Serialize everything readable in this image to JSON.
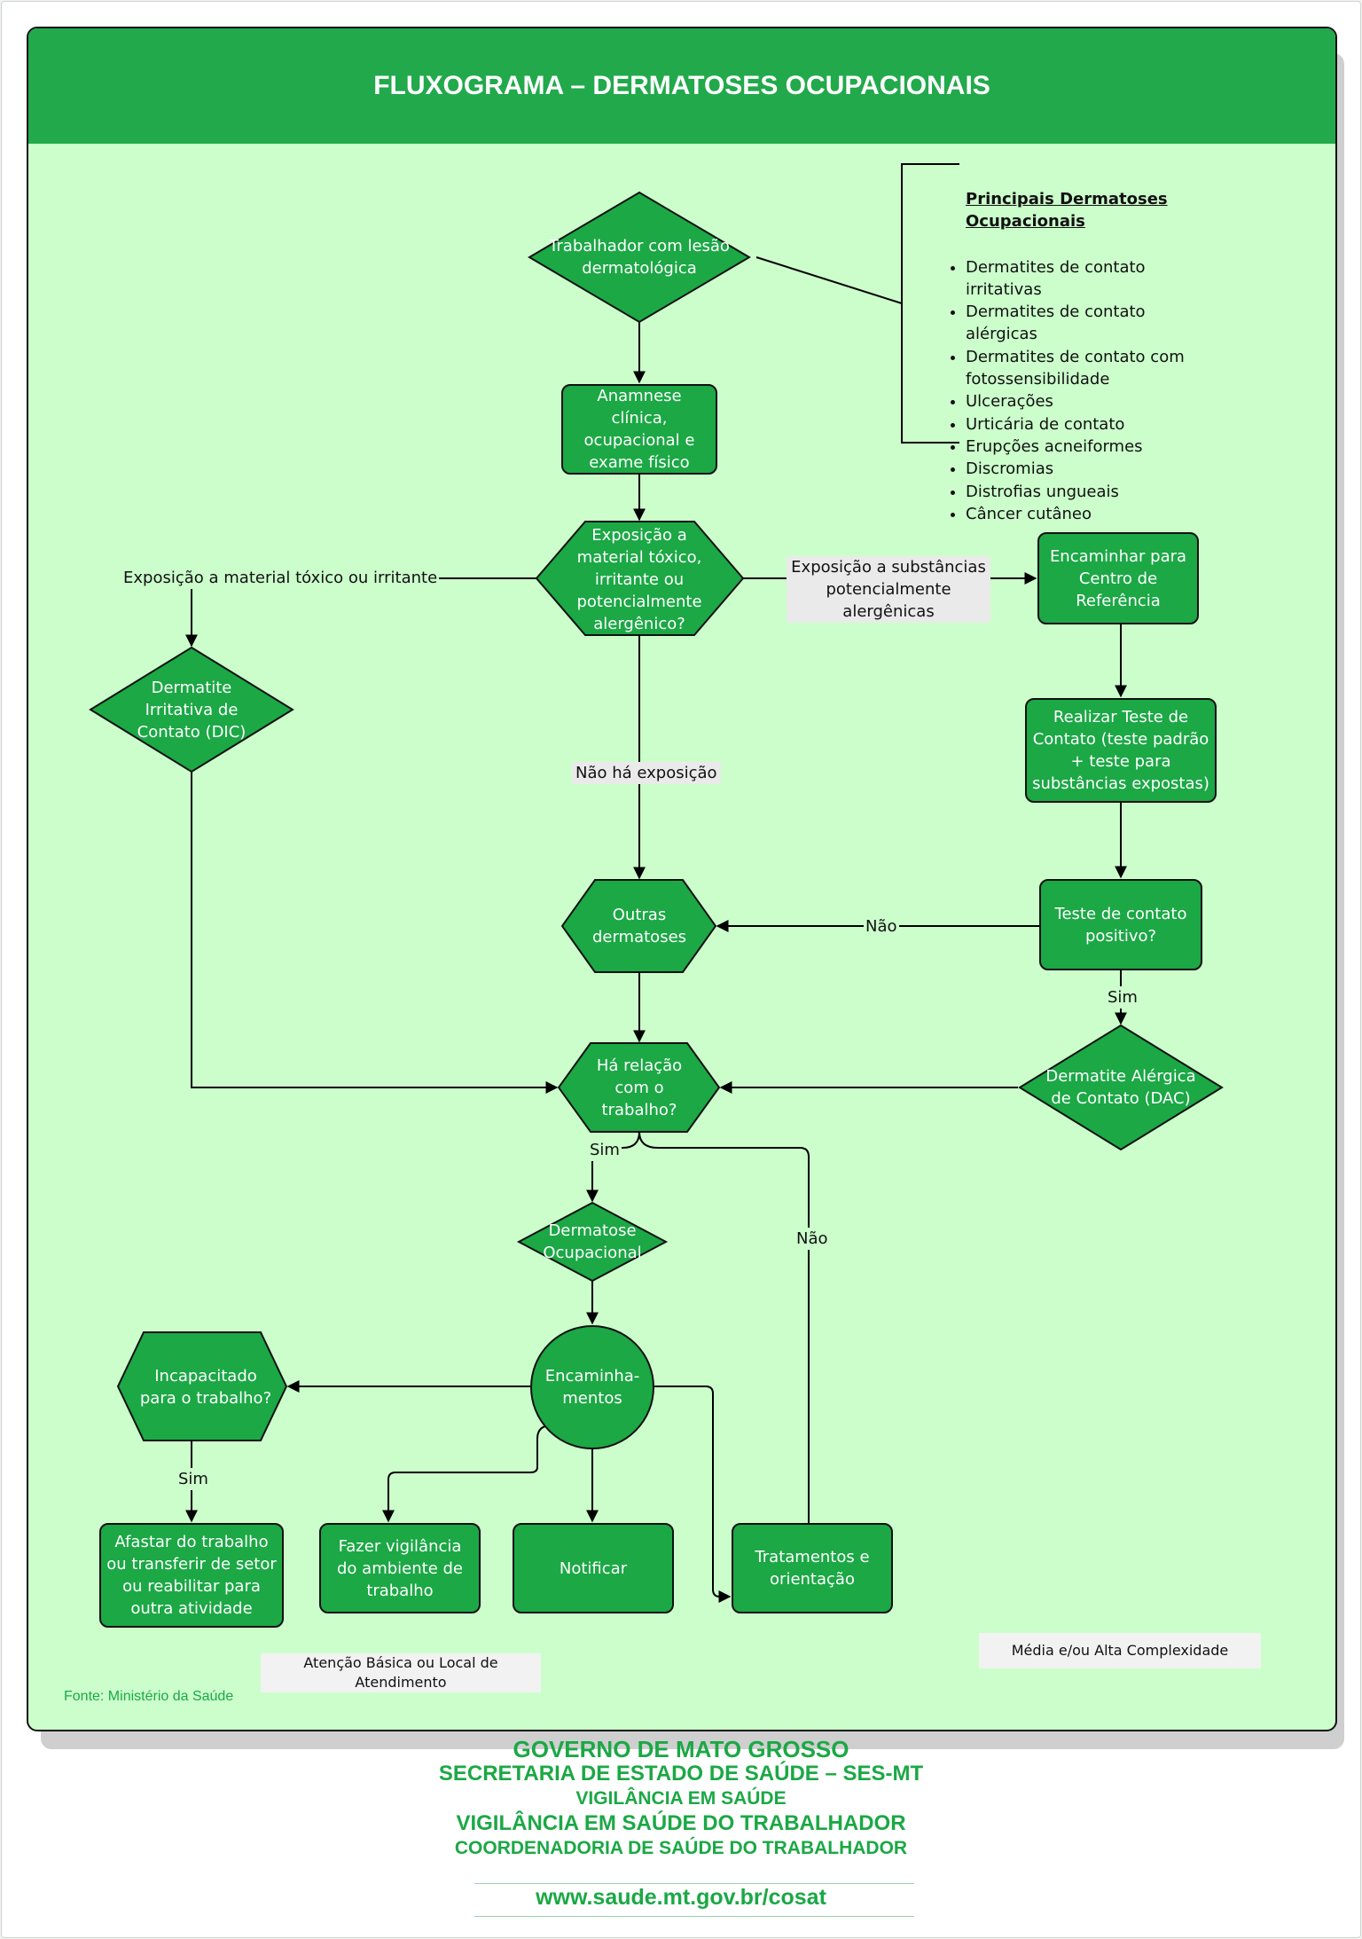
{
  "title": "FLUXOGRAMA – DERMATOSES OCUPACIONAIS",
  "list": {
    "heading": "Principais Dermatoses Ocupacionais",
    "items": [
      "Dermatites de contato irritativas",
      "Dermatites de contato alérgicas",
      "Dermatites de contato com fotossensibilidade",
      "Ulcerações",
      "Urticária de contato",
      "Erupções acneiformes",
      "Discromias",
      "Distrofias ungueais",
      "Câncer cutâneo"
    ]
  },
  "nodes": {
    "trabalhador": "Trabalhador com lesão dermatológica",
    "anamnese": "Anamnese clínica, ocupacional e exame físico",
    "exposicao": "Exposição a material tóxico, irritante ou potencialmente alergênico?",
    "encaminhar_centro": "Encaminhar para Centro de Referência",
    "dic": "Dermatite Irritativa de Contato (DIC)",
    "teste": "Realizar Teste de Contato (teste padrão + teste para substâncias expostas)",
    "teste_positivo": "Teste de contato positivo?",
    "outras": "Outras dermatoses",
    "relacao": "Há relação com o trabalho?",
    "dac": "Dermatite Alérgica de Contato (DAC)",
    "dermatose_ocup": "Dermatose Ocupacional",
    "encaminhamentos": "Encaminha-mentos",
    "incapacitado": "Incapacitado para o trabalho?",
    "afastar": "Afastar do trabalho ou transferir de setor ou reabilitar para outra atividade",
    "vigilancia": "Fazer vigilância do ambiente de trabalho",
    "notificar": "Notificar",
    "tratamentos": "Tratamentos e orientação"
  },
  "edge_labels": {
    "toxico": "Exposição a material tóxico ou irritante",
    "alergenicas": "Exposição a substâncias potencialmente alergênicas",
    "nao_exposicao": "Não há exposição",
    "nao_teste": "Não",
    "sim_teste": "Sim",
    "sim_relacao": "Sim",
    "nao_relacao": "Não",
    "sim_incapacitado": "Sim"
  },
  "notes": {
    "atencao_basica": "Atenção Básica ou Local de Atendimento",
    "media_alta": "Média e/ou Alta Complexidade"
  },
  "source": "Fonte: Ministério da Saúde",
  "footer": {
    "line1": "GOVERNO DE MATO GROSSO",
    "line2": "SECRETARIA DE ESTADO DE SAÚDE – SES-MT",
    "line3": "VIGILÂNCIA EM SAÚDE",
    "line4": "VIGILÂNCIA EM SAÚDE DO TRABALHADOR",
    "line5": "COORDENADORIA DE SAÚDE DO TRABALHADOR",
    "url": "www.saude.mt.gov.br/cosat"
  },
  "colors": {
    "header": "#22a94b",
    "node_fill": "#1ba845",
    "panel_bg": "#ccfecc",
    "footer_text": "#1ba845"
  }
}
